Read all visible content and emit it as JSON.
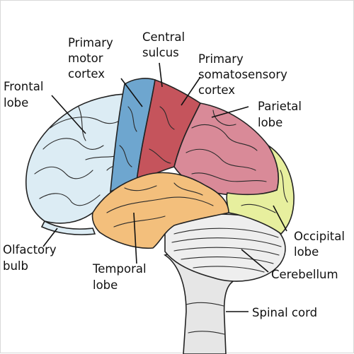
{
  "labels": {
    "frontal_lobe": [
      "Frontal",
      "lobe"
    ],
    "primary_motor_cortex": [
      "Primary",
      "motor",
      "cortex"
    ],
    "central_sulcus": [
      "Central",
      "sulcus"
    ],
    "primary_somatosensory_cortex": [
      "Primary",
      "somatosensory",
      "cortex"
    ],
    "parietal_lobe": [
      "Parietal",
      "lobe"
    ],
    "olfactory_bulb": [
      "Olfactory",
      "bulb"
    ],
    "temporal_lobe": [
      "Temporal",
      "lobe"
    ],
    "occipital_lobe": [
      "Occipital",
      "lobe"
    ],
    "cerebellum": [
      "Cerebellum"
    ],
    "spinal_cord": [
      "Spinal cord"
    ]
  },
  "colors": {
    "frontal_lobe": "#dcecf4",
    "primary_motor_cortex": "#6ea6cf",
    "primary_somatosensory_cortex": "#c5545c",
    "parietal_lobe": "#d98a98",
    "occipital_lobe": "#e7ef9e",
    "temporal_lobe": "#f3bf7c",
    "cerebellum": "#eeeeee",
    "brainstem": "#e6e6e6",
    "outline": "#222222"
  }
}
